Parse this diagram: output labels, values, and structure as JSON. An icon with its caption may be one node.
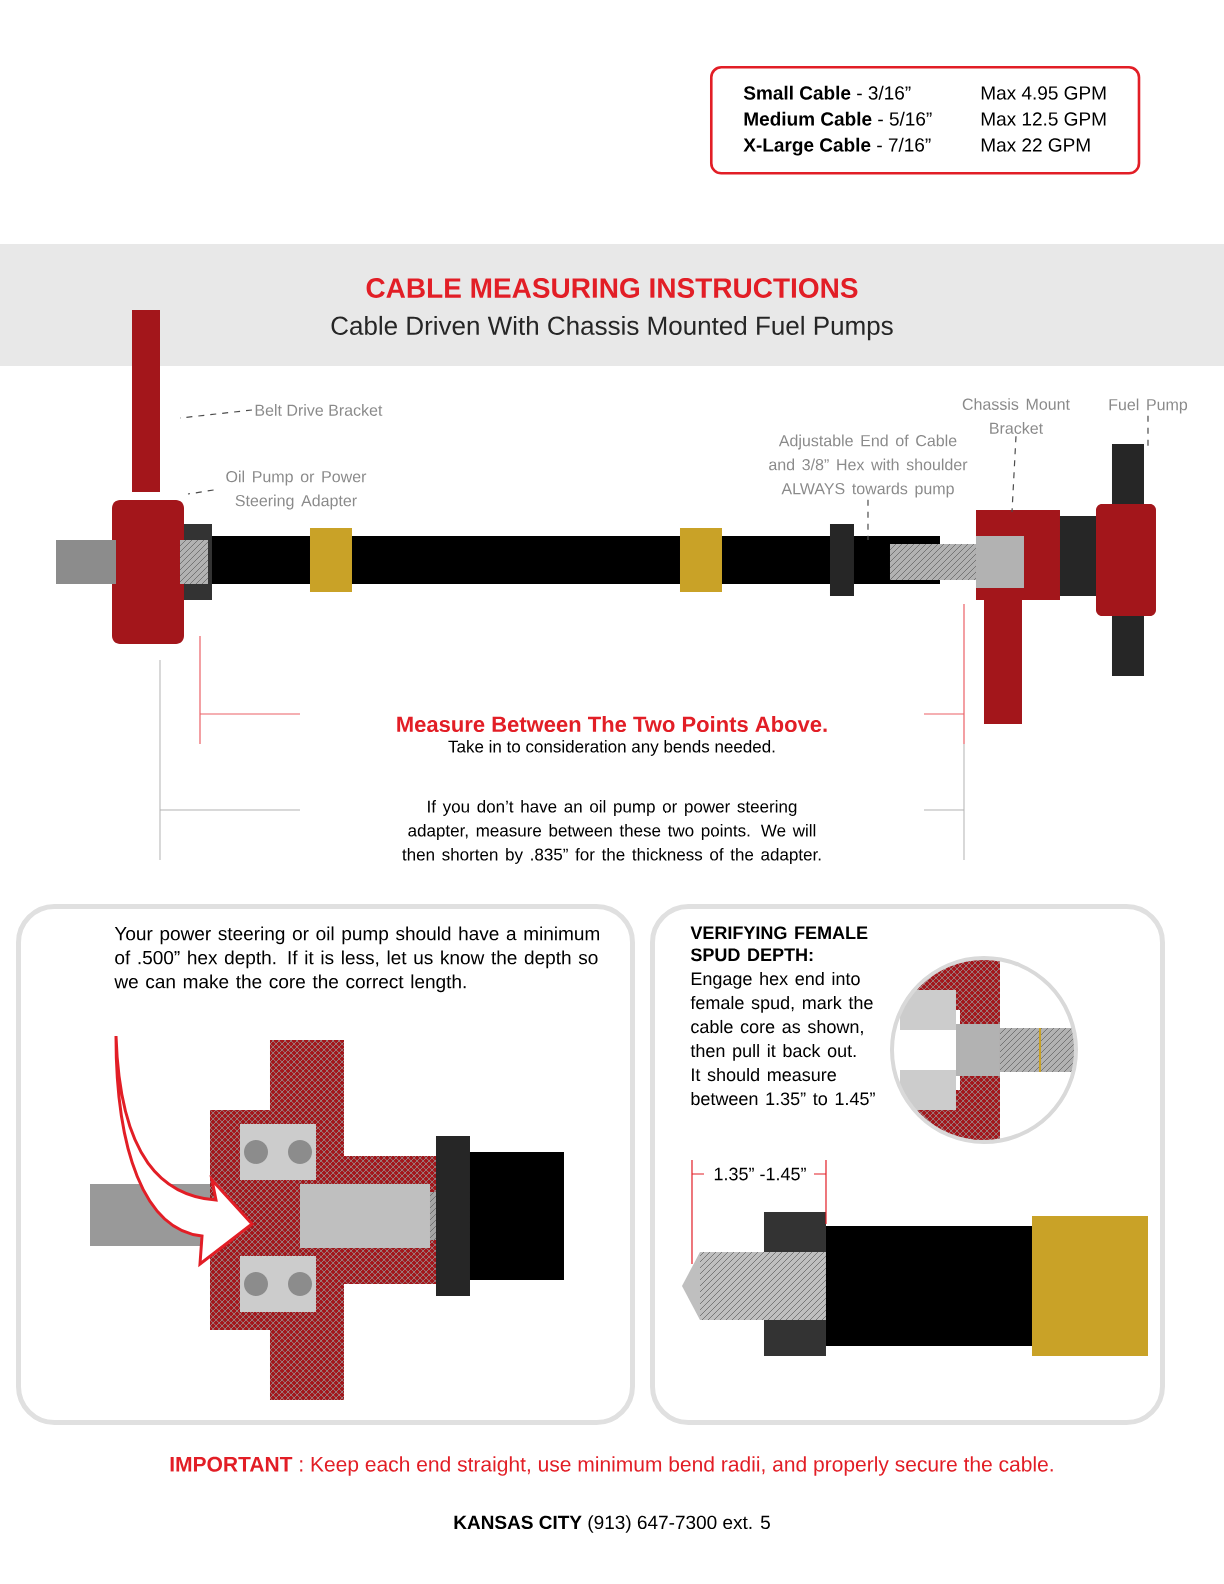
{
  "diagram": {
    "title": "CABLE MEASURING INSTRUCTIONS",
    "nodes": [
      {
        "text": [
          "**Small Cable** - 3/16”",
          "Max 4.95 GPM",
          "**Medium Cable** - 5/16”",
          "Max 12.5 GPM",
          "**X-Large Cable** - 7/16”",
          "Max 22 GPM"
        ]
      },
      {
        "text": [
          "Cable Driven With Chassis Mounted Fuel Pumps"
        ]
      },
      {
        "text": [
          "Belt Drive Bracket"
        ]
      },
      {
        "text": [
          "Oil Pump or Power Steering Adapter"
        ]
      },
      {
        "text": [
          "Adjustable End of Cable and 3/8” Hex with shoulder ALWAYS towards pump"
        ]
      },
      {
        "text": [
          "Chassis Mount Bracket"
        ]
      },
      {
        "text": [
          "Fuel Pump"
        ]
      },
      {
        "text": [
          "Your power steering or oil pump should have a minimum of .500” hex depth. If it is less, let us know the depth so we can make the core the correct length."
        ]
      },
      {
        "text": [
          "VERIFYING FEMALE SPUD DEPTH:",
          "Engage hex end into female spud, mark the cable core as shown, then pull it back out. It should measure between 1.35” to 1.45”"
        ]
      }
    ],
    "edges": [
      {
        "from": 2,
        "to": null,
        "arrow": "none",
        "style": "dashed"
      },
      {
        "from": 3,
        "to": null,
        "arrow": "none",
        "style": "dashed"
      },
      {
        "from": 4,
        "to": null,
        "arrow": "none",
        "style": "dashed"
      },
      {
        "from": 5,
        "to": null,
        "arrow": "none",
        "style": "dashed"
      },
      {
        "from": 6,
        "to": null,
        "arrow": "none",
        "style": "dashed"
      }
    ],
    "labels": [
      "Measure Between The Two Points Above.",
      "Take in to consideration any bends needed.",
      "If you don’t have an oil pump or power steering adapter, measure between these two points. We will then shorten by .835” for the thickness of the adapter.",
      "1.35” -1.45”",
      "**IMPORTANT** : Keep each end straight, use minimum bend radii, and properly secure the cable.",
      "**KANSAS CITY** (913) 647-7300 ext. 5"
    ]
  }
}
